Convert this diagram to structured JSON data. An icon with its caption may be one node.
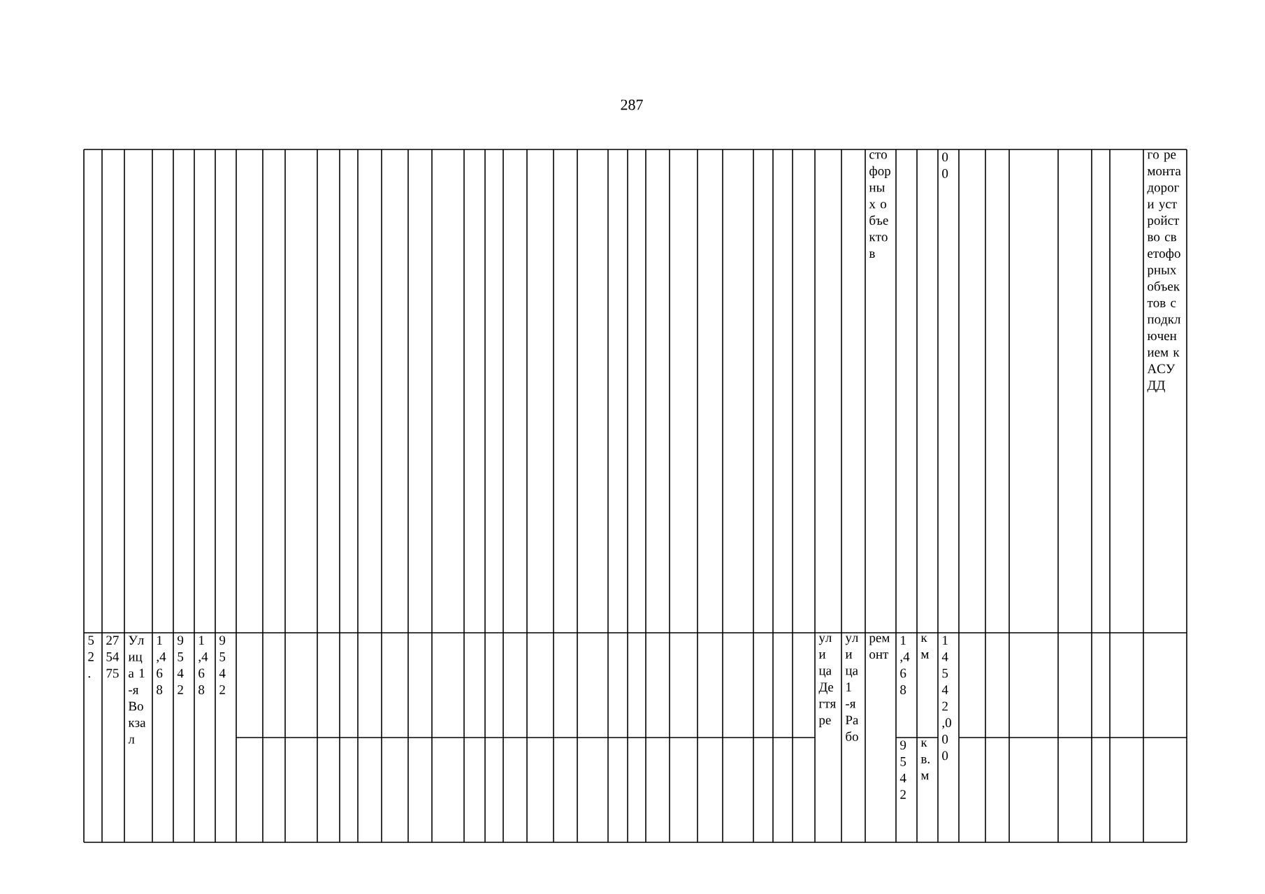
{
  "diagram": {
    "labels": [
      "287",
      "стофорных объектов",
      "00",
      "го ремонта дороги устройство светофорных объектов с подключением к АСУДД",
      "52.",
      "275475",
      "Улица 1-я Вокзал",
      "1,468",
      "9542",
      "1,468",
      "9542",
      "улица Дегтяре",
      "улица 1-я Рабо",
      "ремонт",
      "1,468",
      "км",
      "14 542,000",
      "9 542",
      "кв. м"
    ]
  }
}
